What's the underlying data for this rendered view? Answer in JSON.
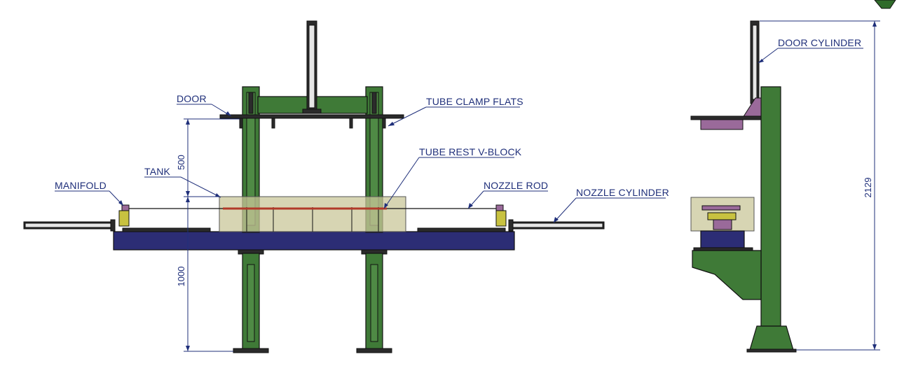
{
  "labels": {
    "door": "DOOR",
    "tube_clamp_flats": "TUBE CLAMP FLATS",
    "tube_rest_v_block": "TUBE REST V-BLOCK",
    "tank": "TANK",
    "manifold": "MANIFOLD",
    "nozzle_rod": "NOZZLE ROD",
    "nozzle_cylinder": "NOZZLE CYLINDER",
    "door_cylinder": "DOOR CYLINDER"
  },
  "dimensions": {
    "upper_height": "500",
    "lower_height": "1000",
    "overall_height": "2129"
  },
  "colors": {
    "frame": "#3f7a37",
    "base": "#2c2d75",
    "tank": "#c9c79a",
    "annotation": "#1f2f7a"
  }
}
